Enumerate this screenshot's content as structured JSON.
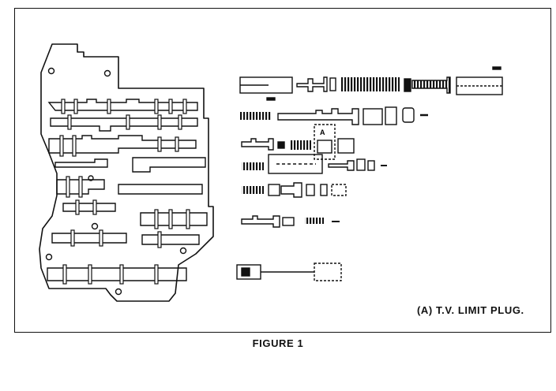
{
  "figure": {
    "caption": "FIGURE 1",
    "callout_text": "(A) T.V. LIMIT PLUG.",
    "marker_letter": "A"
  },
  "colors": {
    "ink": "#111111",
    "paper": "#ffffff"
  }
}
